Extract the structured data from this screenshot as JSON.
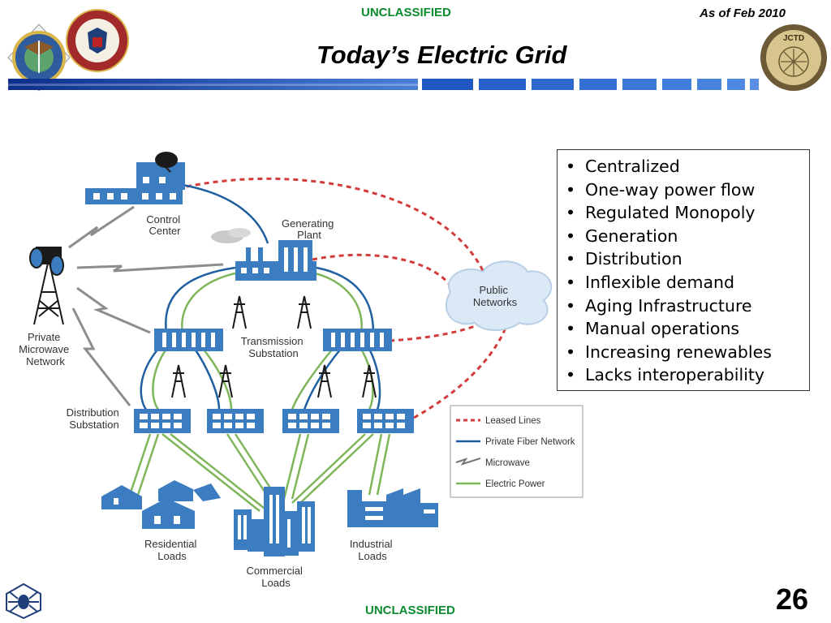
{
  "header": {
    "classification_top": "UNCLASSIFIED",
    "date": "As of Feb 2010",
    "title": "Today’s Electric Grid"
  },
  "logos": {
    "left_seal": "NORAD seal",
    "second_seal": "UNITED STATES NORTHERN COMMAND",
    "right_seal": "JCTD"
  },
  "bullets": [
    "Centralized",
    "One-way power flow",
    "Regulated Monopoly",
    "Generation",
    "Distribution",
    "Inflexible demand",
    "Aging Infrastructure",
    "Manual operations",
    "Increasing renewables",
    "Lacks interoperability"
  ],
  "diagram": {
    "labels": {
      "control_center": [
        "Control",
        "Center"
      ],
      "generating_plant": [
        "Generating",
        "Plant"
      ],
      "public_networks": [
        "Public",
        "Networks"
      ],
      "microwave_network": [
        "Private",
        "Microwave",
        "Network"
      ],
      "transmission_substation": [
        "Transmission",
        "Substation"
      ],
      "distribution_substation": [
        "Distribution",
        "Substation"
      ],
      "residential_loads": [
        "Residential",
        "Loads"
      ],
      "commercial_loads": [
        "Commercial",
        "Loads"
      ],
      "industrial_loads": [
        "Industrial",
        "Loads"
      ]
    },
    "legend": [
      {
        "label": "Leased Lines",
        "color": "#d33a3a",
        "style": "dashed"
      },
      {
        "label": "Private Fiber Network",
        "color": "#1f5fa0",
        "style": "solid"
      },
      {
        "label": "Microwave",
        "color": "#777777",
        "style": "zigzag"
      },
      {
        "label": "Electric Power",
        "color": "#7fb65a",
        "style": "solid"
      }
    ]
  },
  "footer": {
    "classification_bottom": "UNCLASSIFIED",
    "slide_number": "26"
  }
}
